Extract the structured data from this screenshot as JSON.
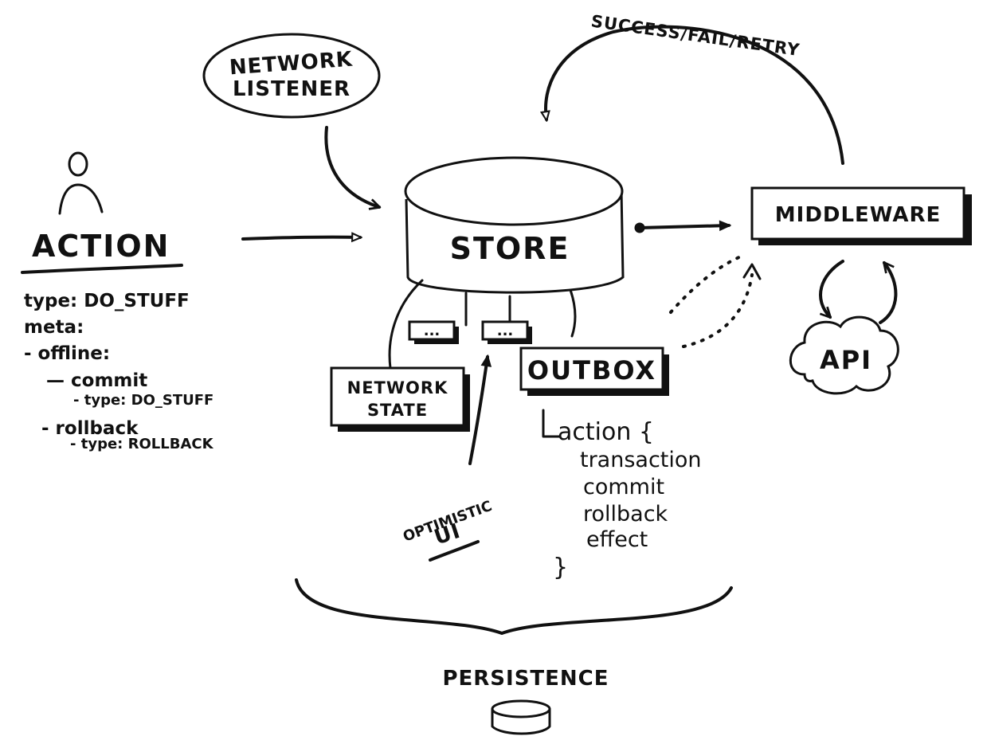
{
  "diagram": {
    "feedback_label": "SUCCESS/FAIL/RETRY",
    "network_listener": {
      "line1": "NETWORK",
      "line2": "LISTENER"
    },
    "store": {
      "label": "STORE",
      "dots": "..."
    },
    "middleware": {
      "label": "MIDDLEWARE"
    },
    "api": {
      "label": "API"
    },
    "network_state": {
      "line1": "NETWORK",
      "line2": "STATE"
    },
    "outbox": {
      "label": "OUTBOX"
    },
    "action": {
      "title": "ACTION",
      "lines": [
        "type: DO_STUFF",
        "meta:",
        "- offline:",
        "— commit",
        "- type: DO_STUFF",
        "- rollback",
        "- type: ROLLBACK"
      ]
    },
    "optimistic_ui": {
      "line1": "OPTIMISTIC",
      "line2": "UI"
    },
    "outbox_action": {
      "open": "action {",
      "fields": [
        "transaction",
        "commit",
        "rollback",
        "effect"
      ],
      "close": "}"
    },
    "persistence": {
      "label": "PERSISTENCE"
    }
  }
}
